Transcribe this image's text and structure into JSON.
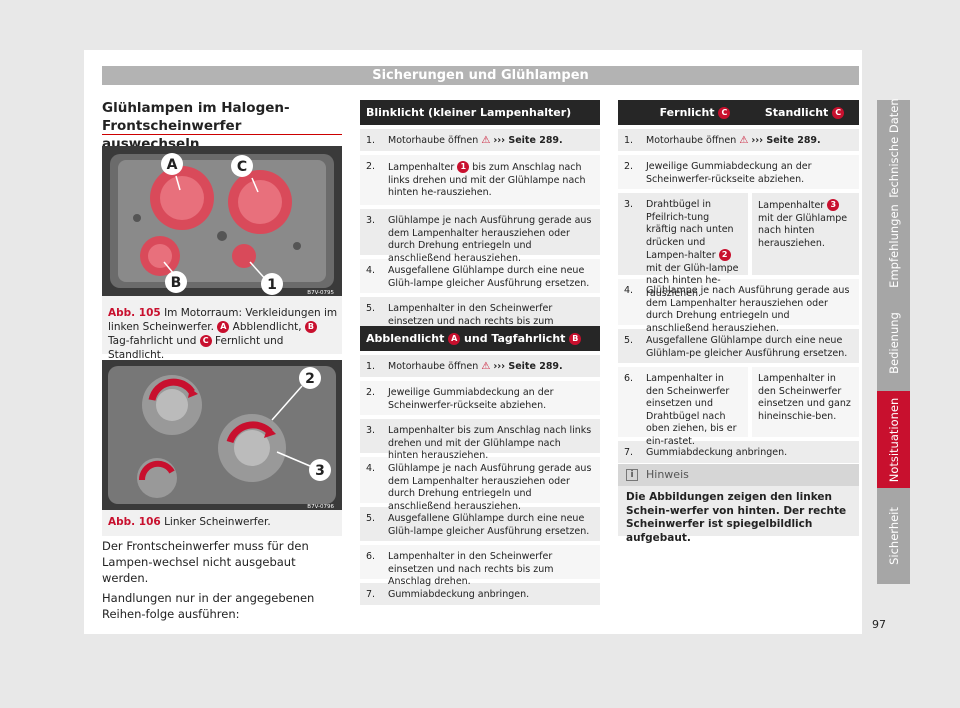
{
  "header": {
    "title": "Sicherungen und Glühlampen"
  },
  "section": {
    "title": "Glühlampen im Halogen-Frontschein­werfer auswechseln"
  },
  "figure1": {
    "code": "B7V-0795",
    "labels": [
      "A",
      "B",
      "C",
      "1"
    ],
    "caption_num": "Abb. 105",
    "caption_parts": [
      "Im Motorraum: Verkleidungen im linken Scheinwerfer.",
      "Abblendlicht,",
      "Tag-fahrlicht und",
      "Fernlicht und Standlicht."
    ],
    "marks": [
      "A",
      "B",
      "C"
    ]
  },
  "figure2": {
    "code": "B7V-0796",
    "labels": [
      "2",
      "3"
    ],
    "caption_num": "Abb. 106",
    "caption_text": "Linker Scheinwerfer."
  },
  "intro": {
    "p1": "Der Frontscheinwerfer muss für den Lampen-wechsel nicht ausgebaut werden.",
    "p2": "Handlungen nur in der angegebenen Reihen-folge ausführen:"
  },
  "table_blinker": {
    "title": "Blinklicht (kleiner Lampenhalter)",
    "rows": [
      {
        "n": "1.",
        "t": "Motorhaube öffnen",
        "ref": "››› Seite 289."
      },
      {
        "n": "2.",
        "t1": "Lampenhalter",
        "mark": "1",
        "t2": "bis zum Anschlag nach links drehen und mit der Glühlampe nach hinten he-rausziehen."
      },
      {
        "n": "3.",
        "t": "Glühlampe je nach Ausführung gerade aus dem Lampenhalter herausziehen oder durch Drehung entriegeln und anschließend herausziehen."
      },
      {
        "n": "4.",
        "t": "Ausgefallene Glühlampe durch eine neue Glüh-lampe gleicher Ausführung ersetzen."
      },
      {
        "n": "5.",
        "t": "Lampenhalter in den Scheinwerfer einsetzen und nach rechts bis zum Anschlag drehen."
      }
    ]
  },
  "table_low": {
    "title_a": "Abblendlicht",
    "mark_a": "A",
    "title_mid": "und Tagfahrlicht",
    "mark_b": "B",
    "rows": [
      {
        "n": "1.",
        "t": "Motorhaube öffnen",
        "ref": "››› Seite 289."
      },
      {
        "n": "2.",
        "t": "Jeweilige Gummiabdeckung an der Scheinwerfer-rückseite abziehen."
      },
      {
        "n": "3.",
        "t": "Lampenhalter bis zum Anschlag nach links drehen und mit der Glühlampe nach hinten herausziehen."
      },
      {
        "n": "4.",
        "t": "Glühlampe je nach Ausführung gerade aus dem Lampenhalter herausziehen oder durch Drehung entriegeln und anschließend herausziehen."
      },
      {
        "n": "5.",
        "t": "Ausgefallene Glühlampe durch eine neue Glüh-lampe gleicher Ausführung ersetzen."
      },
      {
        "n": "6.",
        "t": "Lampenhalter in den Scheinwerfer einsetzen und nach rechts bis zum Anschlag drehen."
      },
      {
        "n": "7.",
        "t": "Gummiabdeckung anbringen."
      }
    ]
  },
  "table_high": {
    "col1": "Fernlicht",
    "col1_mark": "C",
    "col2": "Standlicht",
    "col2_mark": "C",
    "rows": [
      {
        "n": "1.",
        "t": "Motorhaube öffnen",
        "ref": "››› Seite 289."
      },
      {
        "n": "2.",
        "t": "Jeweilige Gummiabdeckung an der Scheinwerfer-rückseite abziehen."
      },
      {
        "n": "3.",
        "a1": "Drahtbügel in Pfeilrich-tung kräftig nach unten drücken und Lampen-halter",
        "a_mark": "2",
        "a2": "mit der Glüh-lampe nach hinten he-rausziehen.",
        "b1": "Lampenhalter",
        "b_mark": "3",
        "b2": "mit der Glühlampe nach hinten herausziehen."
      },
      {
        "n": "4.",
        "t": "Glühlampe je nach Ausführung gerade aus dem Lampenhalter herausziehen oder durch Drehung entriegeln und anschließend herausziehen."
      },
      {
        "n": "5.",
        "t": "Ausgefallene Glühlampe durch eine neue Glühlam-pe gleicher Ausführung ersetzen."
      },
      {
        "n": "6.",
        "a": "Lampenhalter in den Scheinwerfer einsetzen und Drahtbügel nach oben ziehen, bis er ein-rastet.",
        "b": "Lampenhalter in den Scheinwerfer einsetzen und ganz hineinschie-ben."
      },
      {
        "n": "7.",
        "t": "Gummiabdeckung anbringen."
      }
    ]
  },
  "notice": {
    "heading": "Hinweis",
    "text": "Die Abbildungen zeigen den linken Schein-werfer von hinten. Der rechte Scheinwerfer ist spiegelbildlich aufgebaut."
  },
  "side_tabs": [
    "Technische Daten",
    "Empfehlungen",
    "Bedienung",
    "Notsituationen",
    "Sicherheit"
  ],
  "page_number": "97",
  "colors": {
    "accent": "#c8102e",
    "tab": "#a6a6a6",
    "header": "#b3b3b3"
  }
}
